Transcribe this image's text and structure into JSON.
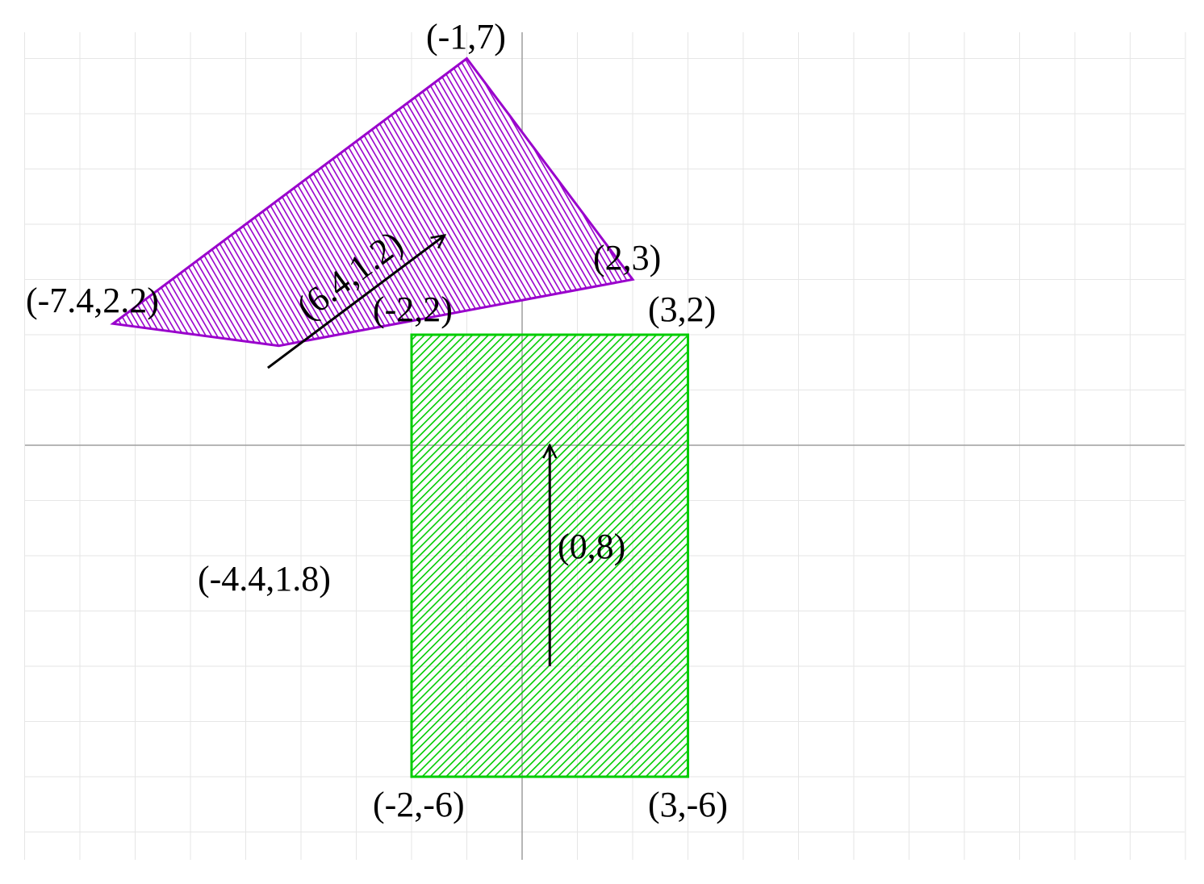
{
  "colors": {
    "background": "#ffffff",
    "grid": "#e6e6e6",
    "axis": "#9e9e9e",
    "purple": "#9900cc",
    "green": "#00cc00",
    "vector": "#000000"
  },
  "diagram": {
    "grid_x_range": [
      -9,
      12
    ],
    "grid_y_range": [
      -7.5,
      7.5
    ],
    "grid_step": 1,
    "purple_rectangle": {
      "vertices": [
        [
          -1,
          7
        ],
        [
          2,
          3
        ],
        [
          -4.4,
          1.8
        ],
        [
          -7.4,
          2.2
        ]
      ],
      "fill": "diagonal hatch"
    },
    "green_rectangle": {
      "vertices": [
        [
          -2,
          2
        ],
        [
          3,
          2
        ],
        [
          3,
          -6
        ],
        [
          -2,
          -6
        ]
      ],
      "fill": "diagonal hatch"
    },
    "vectors": [
      {
        "name": "purple-vector",
        "from": [
          -4.6,
          1.4
        ],
        "to": [
          -1.4,
          3.8
        ]
      },
      {
        "name": "green-vector",
        "from": [
          0.5,
          -4
        ],
        "to": [
          0.5,
          0
        ]
      }
    ]
  },
  "labels": {
    "top_vertex": "(-1,7)",
    "right_vertex": "(2,3)",
    "left_vertex": "(-7.4,2.2)",
    "bottom_vertex": "(-4.4,1.8)",
    "green_top_left": "(-2,2)",
    "green_top_right": "(3,2)",
    "green_bottom_left": "(-2,-6)",
    "green_bottom_right": "(3,-6)",
    "purple_vector": "(6.4,1.2)",
    "green_vector": "(0,8)"
  }
}
